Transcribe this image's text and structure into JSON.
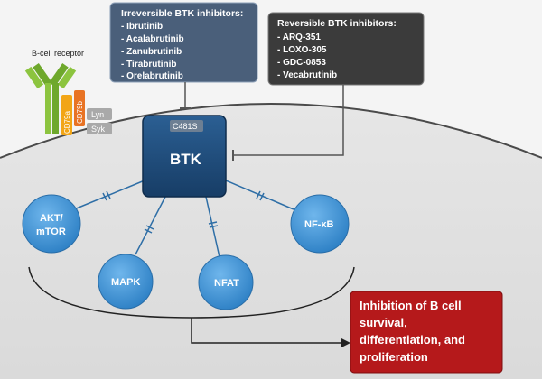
{
  "receptor": {
    "title": "B-cell receptor",
    "cd79a": "CD79a",
    "cd79b": "CD79b",
    "lyn": "Lyn",
    "syk": "Syk"
  },
  "irreversible": {
    "title": "Irreversible BTK inhibitors:",
    "items": [
      "- Ibrutinib",
      "- Acalabrutinib",
      "- Zanubrutinib",
      "- Tirabrutinib",
      "- Orelabrutinib"
    ]
  },
  "reversible": {
    "title": "Reversible BTK inhibitors:",
    "items": [
      "- ARQ-351",
      "- LOXO-305",
      "- GDC-0853",
      "- Vecabrutinib"
    ]
  },
  "btk": {
    "label": "BTK",
    "site": "C481S"
  },
  "nodes": {
    "akt": [
      "AKT/",
      "mTOR"
    ],
    "mapk": "MAPK",
    "nfat": "NFAT",
    "nfkb": "NF-κB"
  },
  "outcome": [
    "Inhibition of B cell",
    "survival,",
    "differentiation, and",
    "proliferation"
  ],
  "colors": {
    "irreversible_box": "#4a5f7a",
    "reversible_box": "#3b3b3b",
    "btk": "#1d4a78",
    "node": "#3a8fd4",
    "outcome": "#b5191b"
  }
}
